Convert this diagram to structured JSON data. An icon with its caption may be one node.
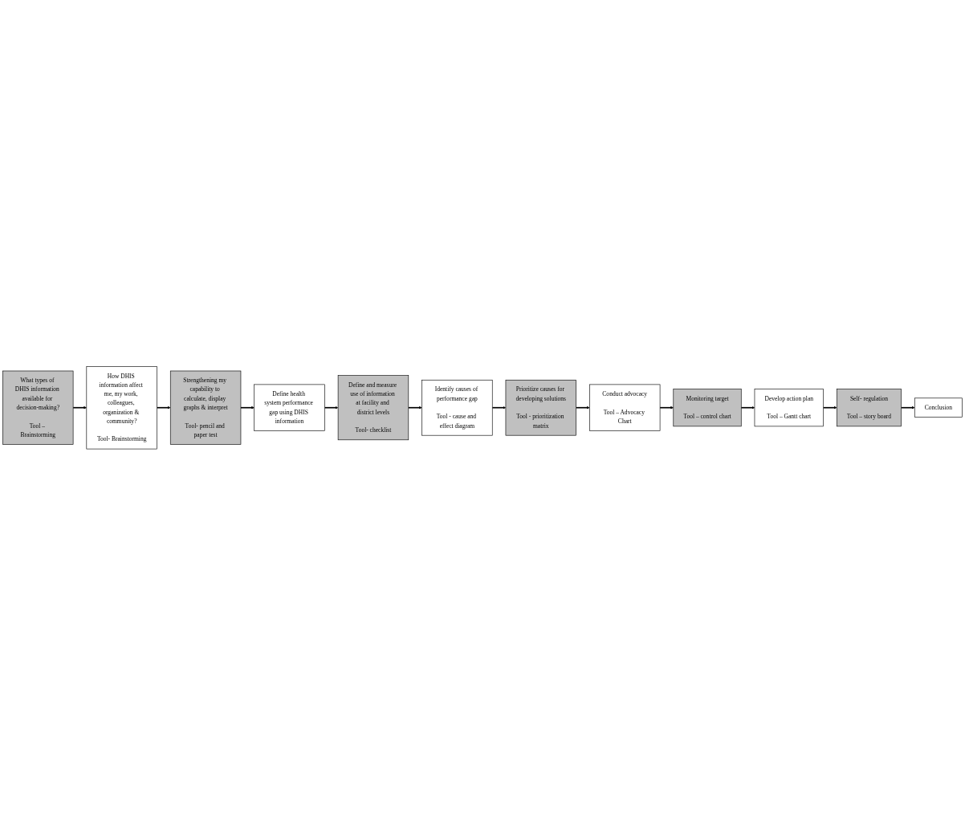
{
  "diagram": {
    "nodes": [
      {
        "text": [
          "What types of DHIS information available for decision-making?",
          "Tool – Brainstorming"
        ]
      },
      {
        "text": [
          "How DHIS information affect me, my work, colleagues, organization & community?",
          "Tool- Brainstorming"
        ]
      },
      {
        "text": [
          "Strengthening my capability to calculate, display graphs & interpret",
          "Tool- pencil and paper test"
        ]
      },
      {
        "text": [
          "Define health system performance gap using DHIS information"
        ]
      },
      {
        "text": [
          "Conduct advocacy",
          "Tool – Advocacy Chart"
        ]
      },
      {
        "text": [
          "Prioritize causes for developing solutions",
          "Tool - prioritization matrix"
        ]
      },
      {
        "text": [
          "Identify causes of performance gap",
          "Tool - cause and effect diagram"
        ]
      },
      {
        "text": [
          "Define and measure use of information at facility and district levels",
          "Tool- checklist"
        ]
      },
      {
        "text": [
          "Monitoring target",
          "Tool – control chart"
        ]
      },
      {
        "text": [
          "Develop action plan",
          "Tool – Gantt chart"
        ]
      },
      {
        "text": [
          "Self- regulation",
          "Tool – story board"
        ]
      },
      {
        "text": [
          "Conclusion"
        ]
      }
    ],
    "edges": [
      {
        "from": 0,
        "to": 1,
        "arrow": "to"
      },
      {
        "from": 1,
        "to": 2,
        "arrow": "to"
      },
      {
        "from": 2,
        "to": 3,
        "arrow": "to"
      },
      {
        "from": 3,
        "to": 7,
        "arrow": "to"
      },
      {
        "from": 7,
        "to": 6,
        "arrow": "to"
      },
      {
        "from": 6,
        "to": 5,
        "arrow": "to"
      },
      {
        "from": 5,
        "to": 4,
        "arrow": "to"
      },
      {
        "from": 4,
        "to": 8,
        "arrow": "to"
      },
      {
        "from": 8,
        "to": 9,
        "arrow": "to"
      },
      {
        "from": 9,
        "to": 10,
        "arrow": "to"
      },
      {
        "from": 10,
        "to": 11,
        "arrow": "to"
      }
    ]
  }
}
